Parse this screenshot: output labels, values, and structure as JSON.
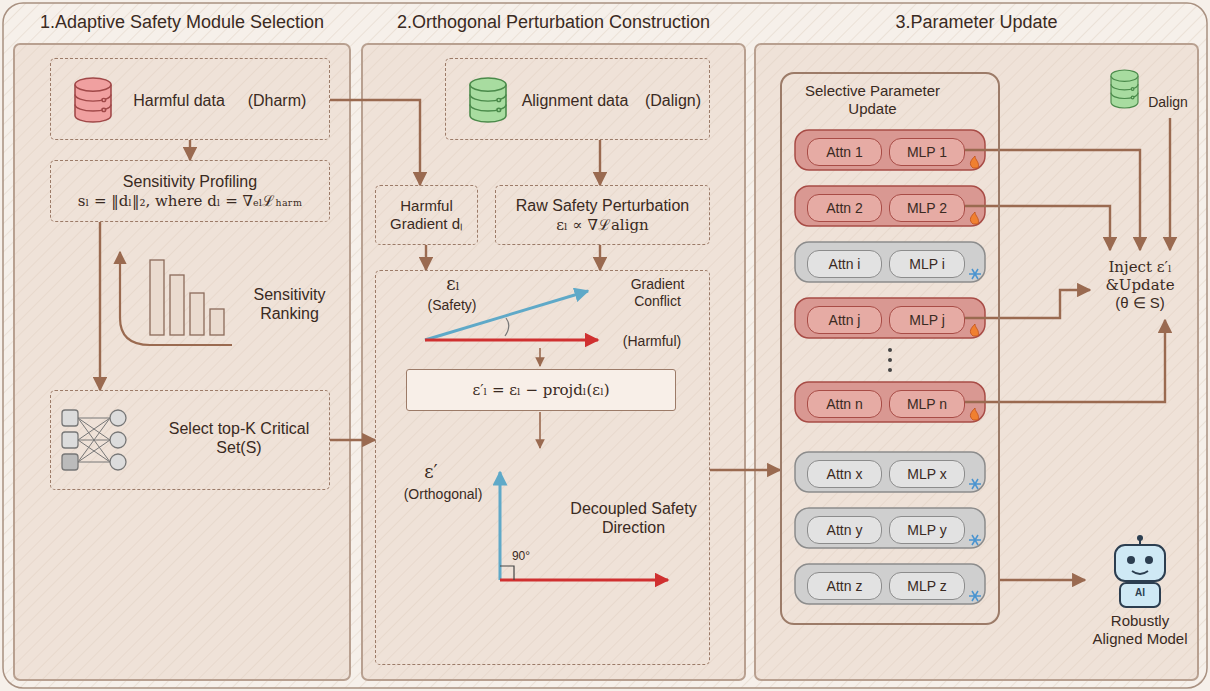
{
  "diagram": {
    "nodes": [
      {
        "text": [
          "1.Adaptive Safety Module Selection"
        ]
      },
      {
        "text": [
          "Harmful data",
          "(Dharm)"
        ],
        "in": 0
      },
      {
        "text": [
          "Sensitivity Profiling",
          "sₗ = ‖dₗ‖₂, where dₗ = ∇ₑₗℒₕₐᵣₘ"
        ],
        "in": 0
      },
      {
        "text": [
          "Select top-K Critical Set(S)"
        ],
        "in": 0
      },
      {
        "text": [
          "2.Orthogonal Perturbation Construction"
        ]
      },
      {
        "text": [
          "Alignment data",
          "(Dalign)"
        ],
        "in": 4
      },
      {
        "text": [
          "Harmful Gradient dₗ"
        ],
        "in": 4
      },
      {
        "text": [
          "Raw Safety Perturbation",
          "εₗ ∝ ∇ℒalign"
        ],
        "in": 4
      },
      {
        "text": [
          "Decoupled Safety Direction"
        ],
        "in": 4
      },
      {
        "text": [
          "ε′ₗ = εₗ − projdₗ(εₗ)"
        ],
        "in": 8
      },
      {
        "text": [
          "3.Parameter Update"
        ]
      },
      {
        "text": [
          "Selective Parameter Update"
        ],
        "in": 10
      },
      {
        "text": [
          "Attn 1"
        ],
        "in": 11
      },
      {
        "text": [
          "MLP 1"
        ],
        "in": 11
      },
      {
        "text": [
          "Attn 2"
        ],
        "in": 11
      },
      {
        "text": [
          "MLP 2"
        ],
        "in": 11
      },
      {
        "text": [
          "Attn i"
        ],
        "in": 11
      },
      {
        "text": [
          "MLP i"
        ],
        "in": 11
      },
      {
        "text": [
          "Attn j"
        ],
        "in": 11
      },
      {
        "text": [
          "MLP j"
        ],
        "in": 11
      },
      {
        "text": [
          "Attn n"
        ],
        "in": 11
      },
      {
        "text": [
          "MLP n"
        ],
        "in": 11
      },
      {
        "text": [
          "Attn x"
        ],
        "in": 11
      },
      {
        "text": [
          "MLP x"
        ],
        "in": 11
      },
      {
        "text": [
          "Attn y"
        ],
        "in": 11
      },
      {
        "text": [
          "MLP y"
        ],
        "in": 11
      },
      {
        "text": [
          "Attn z"
        ],
        "in": 11
      },
      {
        "text": [
          "MLP z"
        ],
        "in": 11
      },
      {
        "text": [
          "Dalign"
        ],
        "in": 10
      },
      {
        "text": [
          "Inject ε′ₗ &Update",
          "(θ ∈ S)"
        ],
        "in": 10
      },
      {
        "text": [
          "AI",
          "Robustly Aligned Model"
        ],
        "in": 10
      }
    ],
    "edges": [
      {
        "from": 1,
        "to": 2,
        "arrow": "to"
      },
      {
        "from": 2,
        "to": 3,
        "arrow": "to"
      },
      {
        "from": 1,
        "to": 6,
        "arrow": "to"
      },
      {
        "from": 3,
        "to": 8,
        "arrow": "to"
      },
      {
        "from": 5,
        "to": 7,
        "arrow": "to"
      },
      {
        "from": 6,
        "to": 8,
        "arrow": "to"
      },
      {
        "from": 7,
        "to": 8,
        "arrow": "to"
      },
      {
        "from": 8,
        "to": 11,
        "arrow": "to"
      },
      {
        "from": 13,
        "to": 29,
        "arrow": "to"
      },
      {
        "from": 15,
        "to": 29,
        "arrow": "to"
      },
      {
        "from": 19,
        "to": 29,
        "arrow": "to"
      },
      {
        "from": 21,
        "to": 29,
        "arrow": "to"
      },
      {
        "from": 28,
        "to": 29,
        "arrow": "to"
      },
      {
        "from": 11,
        "to": 30,
        "arrow": "to"
      }
    ],
    "labels": [
      "Sensitivity Ranking",
      "εₗ",
      "(Safety)",
      "Gradient Conflict",
      "(Harmful)",
      "ε′",
      "(Orthogonal)",
      "90°"
    ]
  }
}
